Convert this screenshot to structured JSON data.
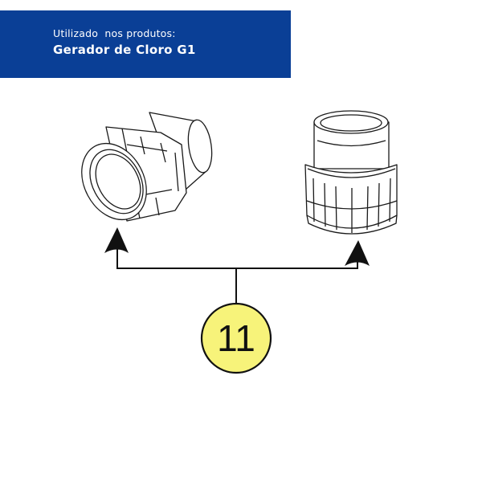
{
  "banner": {
    "line1": "Utilizado  nos produtos:",
    "line2": "Gerador de Cloro G1",
    "background": "#0a3f96"
  },
  "callout": {
    "number": "11",
    "fill": "#f7f37a"
  },
  "parts": [
    "pvc-union-adapter-angled",
    "pvc-union-adapter-upright"
  ]
}
